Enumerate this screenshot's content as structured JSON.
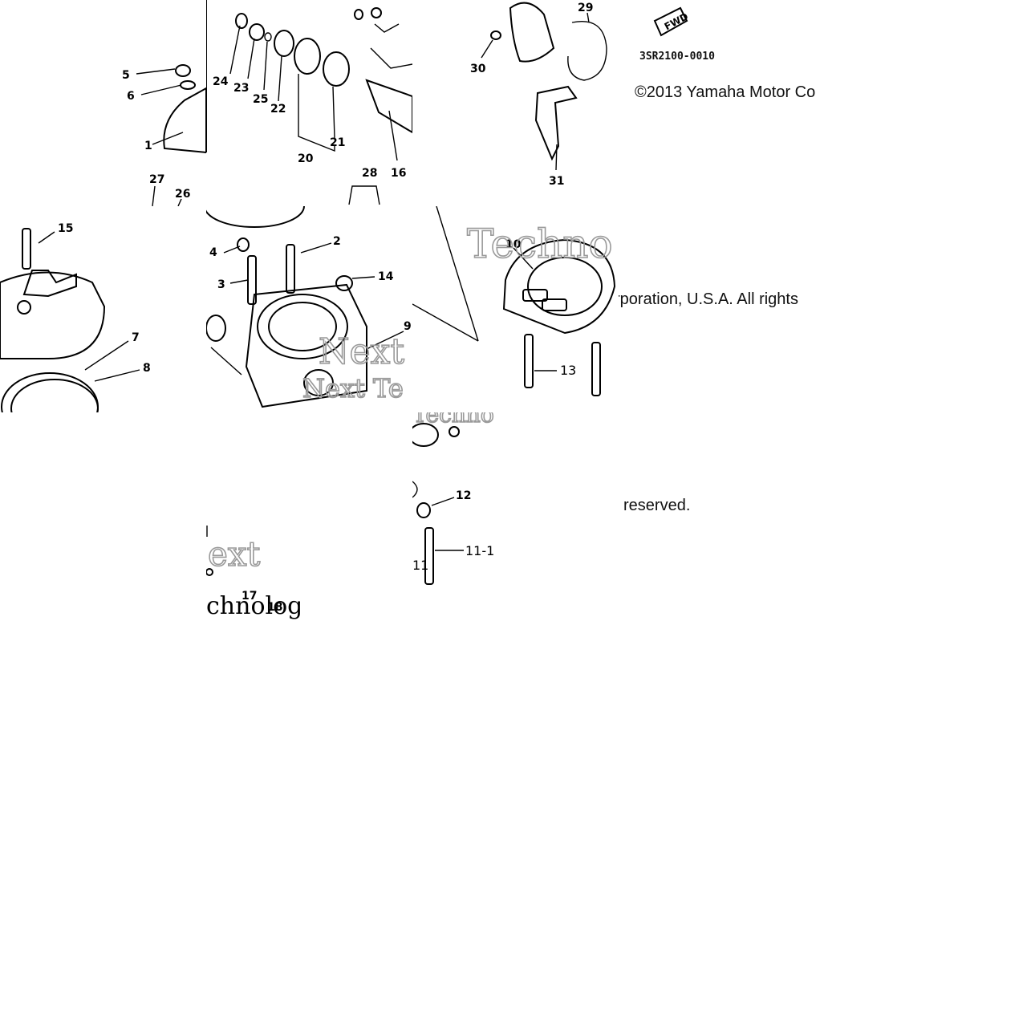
{
  "copyright": {
    "line1": "©2013 Yamaha Motor Co",
    "line2": "rporation, U.S.A. All rights",
    "line3": "reserved."
  },
  "part_code": "3SR2100-0010",
  "fwd_label": "FWD",
  "watermark": {
    "technologies": "Techno",
    "next": "Next",
    "next_te": "Next Te",
    "ext": "ext",
    "chnolog": "chnolog",
    "echno": "Techno"
  },
  "callouts": {
    "c1": "1",
    "c2": "2",
    "c3": "3",
    "c4": "4",
    "c5": "5",
    "c6": "6",
    "c7": "7",
    "c8": "8",
    "c9": "9",
    "c10": "10",
    "c11": "11",
    "c11_1": "11-1",
    "c12": "12",
    "c13": "13",
    "c14": "14",
    "c15": "15",
    "c16": "16",
    "c17": "17",
    "c18": "18",
    "c20": "20",
    "c21": "21",
    "c22": "22",
    "c23": "23",
    "c24": "24",
    "c25": "25",
    "c26": "26",
    "c27": "27",
    "c28": "28",
    "c29": "29",
    "c30": "30",
    "c31": "31"
  }
}
